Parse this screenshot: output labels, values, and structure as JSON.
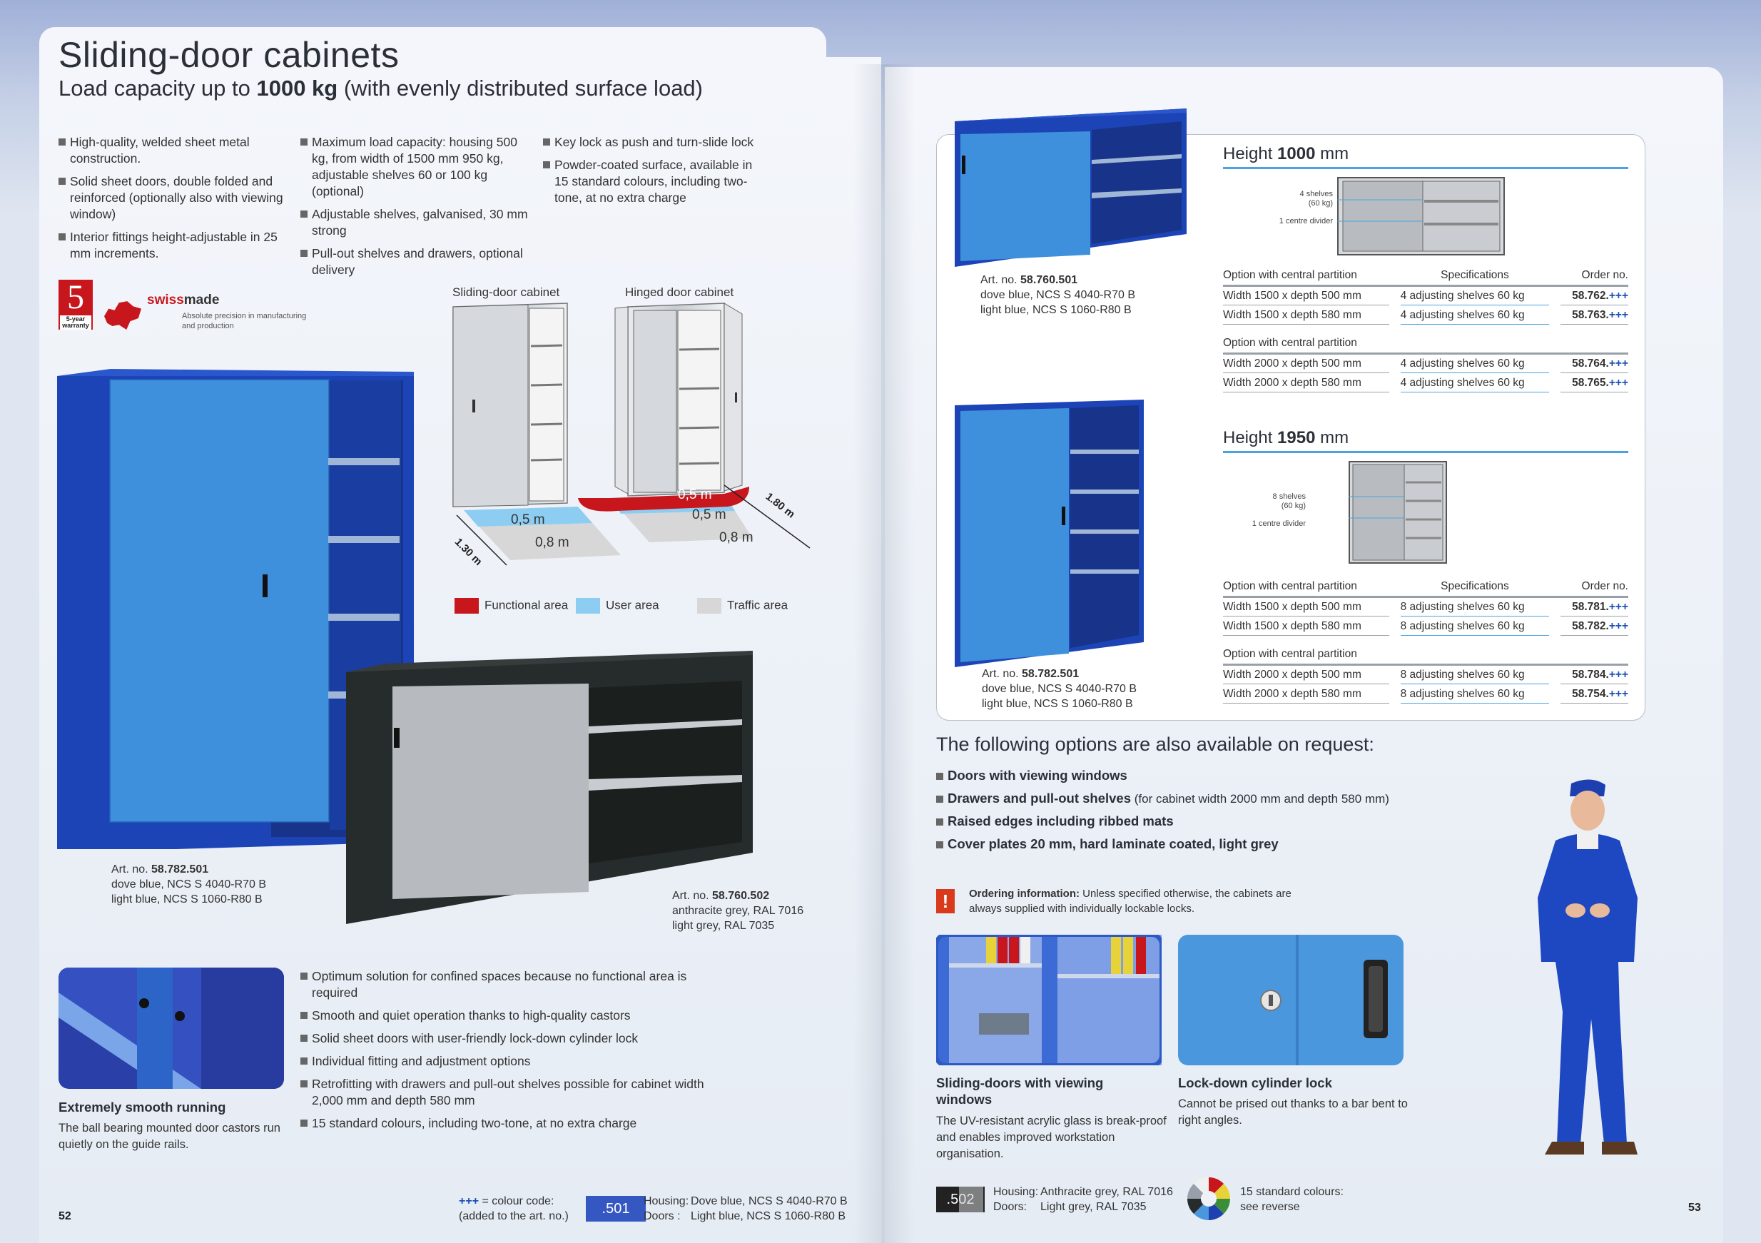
{
  "left": {
    "title": "Sliding-door cabinets",
    "subtitle_pre": "Load capacity up to ",
    "subtitle_bold": "1000 kg",
    "subtitle_post": " (with evenly distributed surface load)",
    "features_col1": [
      "High-quality, welded sheet metal construction.",
      "Solid sheet doors, double folded and reinforced (optionally also with viewing window)",
      "Interior fittings height-adjustable in 25 mm increments."
    ],
    "features_col2": [
      "Maximum load capacity: housing 500 kg, from width of 1500 mm 950 kg, adjustable shelves 60 or 100 kg (optional)",
      "Adjustable shelves, galvanised, 30 mm strong",
      "Pull-out shelves and drawers, optional delivery"
    ],
    "features_col3": [
      "Key lock as push and turn-slide lock",
      "Powder-coated surface, available in 15 standard colours, including two-tone, at no extra charge"
    ],
    "warranty": {
      "number": "5",
      "text": "5-year warranty"
    },
    "swissmade": {
      "word1": "swiss",
      "word2": "made",
      "text": "Absolute precision in manufacturing and production"
    },
    "diagrams": {
      "sliding_label": "Sliding-door cabinet",
      "hinged_label": "Hinged door cabinet",
      "dim_05": "0,5 m",
      "dim_08": "0,8 m",
      "dim_130": "1.30 m",
      "dim_180": "1.80 m",
      "legend": [
        {
          "label": "Functional area",
          "color": "#c8161d"
        },
        {
          "label": "User area",
          "color": "#8ecdf2"
        },
        {
          "label": "Traffic area",
          "color": "#d7d7d7"
        }
      ]
    },
    "cabinet_big": {
      "art_prefix": "Art. no. ",
      "art_no": "58.782.501",
      "line1": "dove blue, NCS S 4040-R70 B",
      "line2": "light blue, NCS S 1060-R80 B"
    },
    "cabinet_dark": {
      "art_prefix": "Art. no. ",
      "art_no": "58.760.502",
      "line1": "anthracite grey, RAL 7016",
      "line2": "light grey, RAL 7035"
    },
    "running": {
      "title": "Extremely smooth running",
      "text": "The ball bearing mounted door castors run quietly on the guide rails."
    },
    "benefits": [
      "Optimum solution for confined spaces because no functional area is required",
      "Smooth and quiet operation thanks to high-quality castors",
      "Solid sheet doors with user-friendly lock-down cylinder lock",
      "Individual fitting and adjustment options",
      "Retrofitting with drawers and pull-out shelves possible for cabinet width 2,000 mm and depth 580 mm",
      "15 standard colours, including two-tone, at no extra charge"
    ],
    "footer": {
      "colour_code_symbol": "+++",
      "colour_code_line1": " = colour code:",
      "colour_code_line2": "(added to the art. no.)",
      "chip": ".501",
      "housing_label": "Housing:",
      "housing_value": "Dove blue, NCS S 4040-R70 B",
      "doors_label": "Doors :",
      "doors_value": "Light blue, NCS S 1060-R80 B",
      "page": "52"
    }
  },
  "right": {
    "cab1": {
      "art_prefix": "Art. no. ",
      "art_no": "58.760.501",
      "line1": "dove blue, NCS S 4040-R70 B",
      "line2": "light blue, NCS S 1060-R80 B"
    },
    "cab2": {
      "art_prefix": "Art. no. ",
      "art_no": "58.782.501",
      "line1": "dove blue, NCS S 4040-R70 B",
      "line2": "light blue, NCS S 1060-R80 B"
    },
    "h1000": {
      "hdr_pre": "Height ",
      "hdr_bold": "1000",
      "hdr_post": " mm",
      "note1": "4 shelves",
      "note1b": "(60 kg)",
      "note2": "1 centre divider",
      "col_option": "Option with central partition",
      "col_spec": "Specifications",
      "col_order": "Order no.",
      "group2": "Option with central partition",
      "rows1": [
        {
          "w": "Width 1500 x depth 500 mm",
          "s": "4 adjusting shelves 60 kg",
          "o": "58.762.",
          "p": "+++"
        },
        {
          "w": "Width 1500 x depth 580 mm",
          "s": "4 adjusting shelves 60 kg",
          "o": "58.763.",
          "p": "+++"
        }
      ],
      "rows2": [
        {
          "w": "Width 2000 x depth 500 mm",
          "s": "4 adjusting shelves 60 kg",
          "o": "58.764.",
          "p": "+++"
        },
        {
          "w": "Width 2000 x depth 580 mm",
          "s": "4 adjusting shelves 60 kg",
          "o": "58.765.",
          "p": "+++"
        }
      ]
    },
    "h1950": {
      "hdr_pre": "Height ",
      "hdr_bold": "1950",
      "hdr_post": " mm",
      "note1": "8 shelves",
      "note1b": "(60 kg)",
      "note2": "1 centre divider",
      "col_option": "Option with central partition",
      "col_spec": "Specifications",
      "col_order": "Order no.",
      "group2": "Option with central partition",
      "rows1": [
        {
          "w": "Width 1500 x depth 500 mm",
          "s": "8 adjusting shelves 60 kg",
          "o": "58.781.",
          "p": "+++"
        },
        {
          "w": "Width 1500 x depth 580 mm",
          "s": "8 adjusting shelves 60 kg",
          "o": "58.782.",
          "p": "+++"
        }
      ],
      "rows2": [
        {
          "w": "Width 2000 x depth 500 mm",
          "s": "8 adjusting shelves 60 kg",
          "o": "58.784.",
          "p": "+++"
        },
        {
          "w": "Width 2000 x depth 580 mm",
          "s": "8 adjusting shelves 60 kg",
          "o": "58.754.",
          "p": "+++"
        }
      ]
    },
    "options_title": "The following options are also available on request:",
    "options": [
      {
        "b": "Doors with viewing windows",
        "n": ""
      },
      {
        "b": "Drawers and pull-out shelves",
        "n": " (for cabinet width 2000 mm and depth 580 mm)"
      },
      {
        "b": "Raised edges including ribbed mats",
        "n": ""
      },
      {
        "b": "Cover plates 20 mm, hard laminate coated, light grey",
        "n": ""
      }
    ],
    "ordering": {
      "label": "Ordering information:",
      "text": " Unless specified otherwise, the cabinets are",
      "text2": "always supplied with individually lockable locks."
    },
    "photo1": {
      "title": "Sliding-doors with viewing windows",
      "text": "The UV-resistant acrylic glass is break-proof and enables improved workstation organisation."
    },
    "photo2": {
      "title": "Lock-down cylinder lock",
      "text": "Cannot be prised out thanks to a bar bent to right angles."
    },
    "footer": {
      "chip": ".502",
      "housing_label": "Housing:",
      "housing_value": "Anthracite grey, RAL 7016",
      "doors_label": "Doors:",
      "doors_value": "Light grey, RAL 7035",
      "colours_line1": "15 standard colours:",
      "colours_line2": "see reverse",
      "page": "53"
    }
  }
}
